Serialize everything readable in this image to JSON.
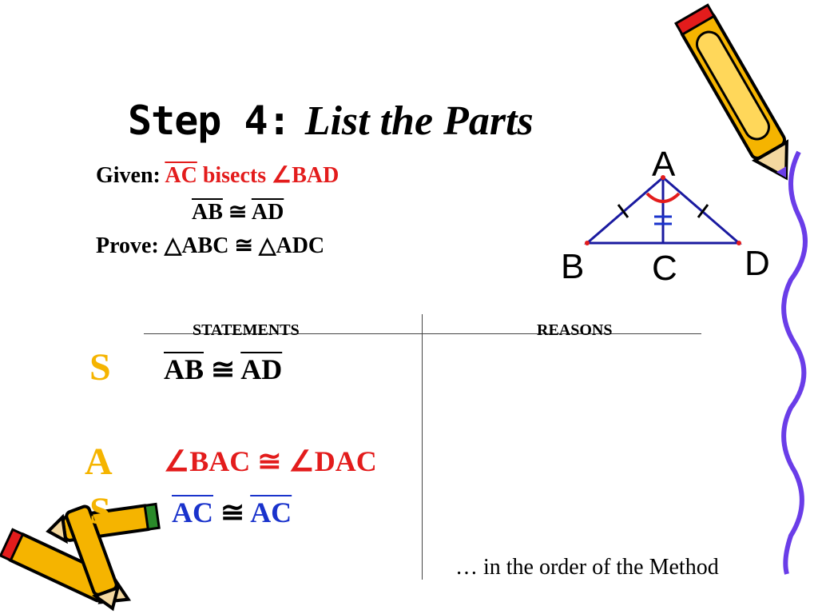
{
  "title": {
    "step": "Step 4:",
    "subtitle": "List the Parts"
  },
  "given": {
    "label": "Given:",
    "segment": "AC",
    "verb": "bisects",
    "angle_symbol": "∠",
    "angle": "BAD",
    "line2_left": "AB",
    "line2_cong": "≅",
    "line2_right": "AD"
  },
  "prove": {
    "label": "Prove:",
    "tri_symbol": "△",
    "left": "ABC",
    "cong": "≅",
    "right": "ADC"
  },
  "figure": {
    "vertex_a": "A",
    "vertex_b": "B",
    "vertex_c": "C",
    "vertex_d": "D"
  },
  "table": {
    "col_statements": "STATEMENTS",
    "col_reasons": "REASONS"
  },
  "rows": [
    {
      "letter": "S",
      "left": "AB",
      "cong": "≅",
      "right": "AD"
    },
    {
      "letter": "A",
      "angle_symbol": "∠",
      "left": "BAC",
      "cong": "≅",
      "right": "DAC"
    },
    {
      "letter": "S",
      "left": "AC",
      "cong": "≅",
      "right": "AC"
    }
  ],
  "note": "… in the order of the Method",
  "colors": {
    "red": "#e31c1c",
    "blue": "#1a33cc",
    "gold": "#f5b400",
    "purple": "#6a3de8"
  }
}
